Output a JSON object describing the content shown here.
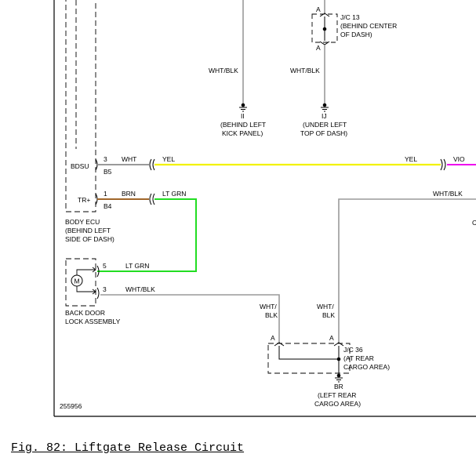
{
  "figure_id": "255956",
  "caption": "Fig. 82: Liftgate Release Circuit",
  "junctions": {
    "jc13": {
      "name": "J/C 13",
      "location": "(BEHIND CENTER",
      "location2": "OF DASH)",
      "pin_top": "A",
      "pin_bottom": "A"
    },
    "jc36": {
      "name": "J/C 36",
      "location": "(AT REAR",
      "location2": "CARGO AREA)",
      "pin_left": "A",
      "pin_right": "A"
    }
  },
  "grounds": {
    "ii": {
      "id": "II",
      "line1": "(BEHIND LEFT",
      "line2": "KICK PANEL)"
    },
    "ij": {
      "id": "IJ",
      "line1": "(UNDER LEFT",
      "line2": "TOP OF DASH)"
    },
    "br": {
      "id": "BR",
      "line1": "(LEFT REAR",
      "line2": "CARGO AREA)"
    }
  },
  "wires": {
    "whtblk_ii": "WHT/BLK",
    "whtblk_ij": "WHT/BLK",
    "yel_left": "YEL",
    "yel_right": "YEL",
    "vio": "VIO",
    "whtblk_right": "WHT/BLK",
    "wht_bdsu": "WHT",
    "brn_tr": "BRN",
    "ltgrn_tr": "LT GRN",
    "ltgrn_motor": "LT GRN",
    "whtblk_motor": "WHT/BLK",
    "wht_slash": "WHT/",
    "blk_a": "BLK",
    "wht_slash_2": "WHT/",
    "blk_b": "BLK"
  },
  "body_ecu": {
    "name": "BODY ECU",
    "loc1": "(BEHIND LEFT",
    "loc2": "SIDE OF DASH)",
    "pins": [
      {
        "label": "BDSU",
        "pin": "3",
        "connector": "B5"
      },
      {
        "label": "TR+",
        "pin": "1",
        "connector": "B4"
      }
    ]
  },
  "back_door": {
    "name1": "BACK DOOR",
    "name2": "LOCK ASSEMBLY",
    "motor_symbol": "M",
    "pins": [
      "5",
      "3"
    ]
  },
  "edge_fragment": "C",
  "colors": {
    "yellow": "#f2f200",
    "green": "#22dd22",
    "brown": "#a0662a",
    "violet": "#ee00ee",
    "gray": "#9a9a9a"
  }
}
